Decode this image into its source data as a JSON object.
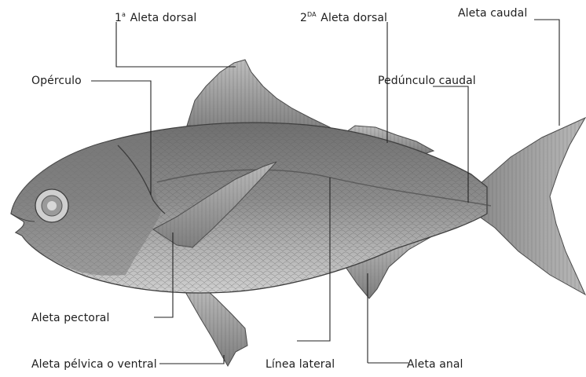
{
  "labels": {
    "dorsal1": {
      "prefix": "1",
      "sup": "a",
      "text": "Aleta dorsal"
    },
    "dorsal2": {
      "prefix": "2",
      "sup": "DA",
      "text": "Aleta dorsal"
    },
    "caudal": "Aleta caudal",
    "operculo": "Opérculo",
    "peduncle": "Pedúnculo caudal",
    "pectoral": "Aleta pectoral",
    "pelvic": "Aleta pélvica o ventral",
    "lateral_line": "Línea lateral",
    "anal": "Aleta anal"
  },
  "colors": {
    "text": "#1e1e1e",
    "leader": "#222222",
    "body_fill": "#8a8a8a",
    "fin_fill": "#9a9a9a",
    "belly_fill": "#c2c2c2"
  }
}
